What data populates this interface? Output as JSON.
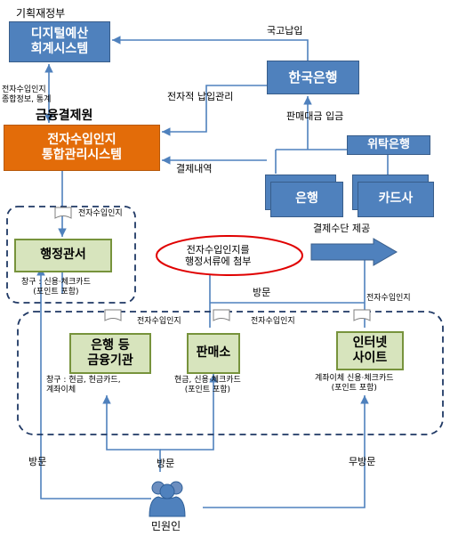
{
  "labels": {
    "ministry": "기획재정부",
    "digital_budget": "디지털예산\n회계시스템",
    "treasury_payment": "국고납입",
    "bank_of_korea": "한국은행",
    "e_payment_mgmt": "전자적 납입관리",
    "sales_deposit": "판매대금 입금",
    "trust_bank": "위탁은행",
    "info_stats": "전자수입인지\n종합정보, 통계",
    "kftc": "금융결제원",
    "integrated_system": "전자수입인지\n통합관리시스템",
    "settlement": "결제내역",
    "bank": "은행",
    "card": "카드사",
    "payment_means": "결제수단 제공",
    "stamp_top": "전자수입인지",
    "admin_office": "행정관서",
    "admin_counter": "창구 : 신용·체크카드\n(포인트 포함)",
    "attach_note": "전자수입인지를\n행정서류에 첨부",
    "visit_mid": "방문",
    "stamp_right": "전자수입인지",
    "stamp_left2": "전자수입인지",
    "stamp_mid2": "전자수입인지",
    "financial_inst": "은행 등\n금융기관",
    "store": "판매소",
    "internet_site": "인터넷\n사이트",
    "fin_counter": "창구 : 현금, 현금카드,\n계좌이체",
    "store_pay": "현금, 신용·체크카드\n(포인트 포함)",
    "internet_pay": "계좌이체 신용·체크카드\n(포인트 포함)",
    "visit_left": "방문",
    "visit_center": "방문",
    "no_visit": "무방문",
    "citizen": "민원인"
  }
}
